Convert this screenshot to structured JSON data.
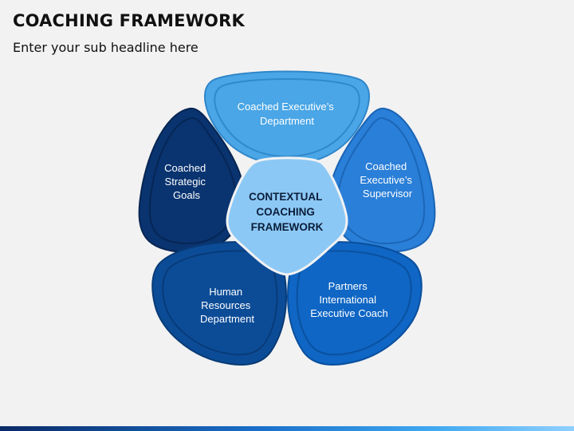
{
  "header": {
    "title": "COACHING FRAMEWORK",
    "subtitle": "Enter your sub headline here"
  },
  "diagram": {
    "center": {
      "lines": [
        "CONTEXTUAL",
        "COACHING",
        "FRAMEWORK"
      ],
      "color": "#8cc8f5"
    },
    "petals": [
      {
        "id": "top",
        "lines": [
          "Coached Executive’s",
          "Department"
        ],
        "color": "#4aa6e6",
        "border": "#2f86c9"
      },
      {
        "id": "right",
        "lines": [
          "Coached",
          "Executive’s",
          "Supervisor"
        ],
        "color": "#2a7fd8",
        "border": "#1a64b5"
      },
      {
        "id": "bottom-right",
        "lines": [
          "Partners",
          "International",
          "Executive Coach"
        ],
        "color": "#0f66c4",
        "border": "#0a4f9c"
      },
      {
        "id": "bottom-left",
        "lines": [
          "Human",
          "Resources",
          "Department"
        ],
        "color": "#0c4c97",
        "border": "#083a75"
      },
      {
        "id": "left",
        "lines": [
          "Coached",
          "Strategic",
          "Goals"
        ],
        "color": "#0a3470",
        "border": "#062552"
      }
    ]
  }
}
